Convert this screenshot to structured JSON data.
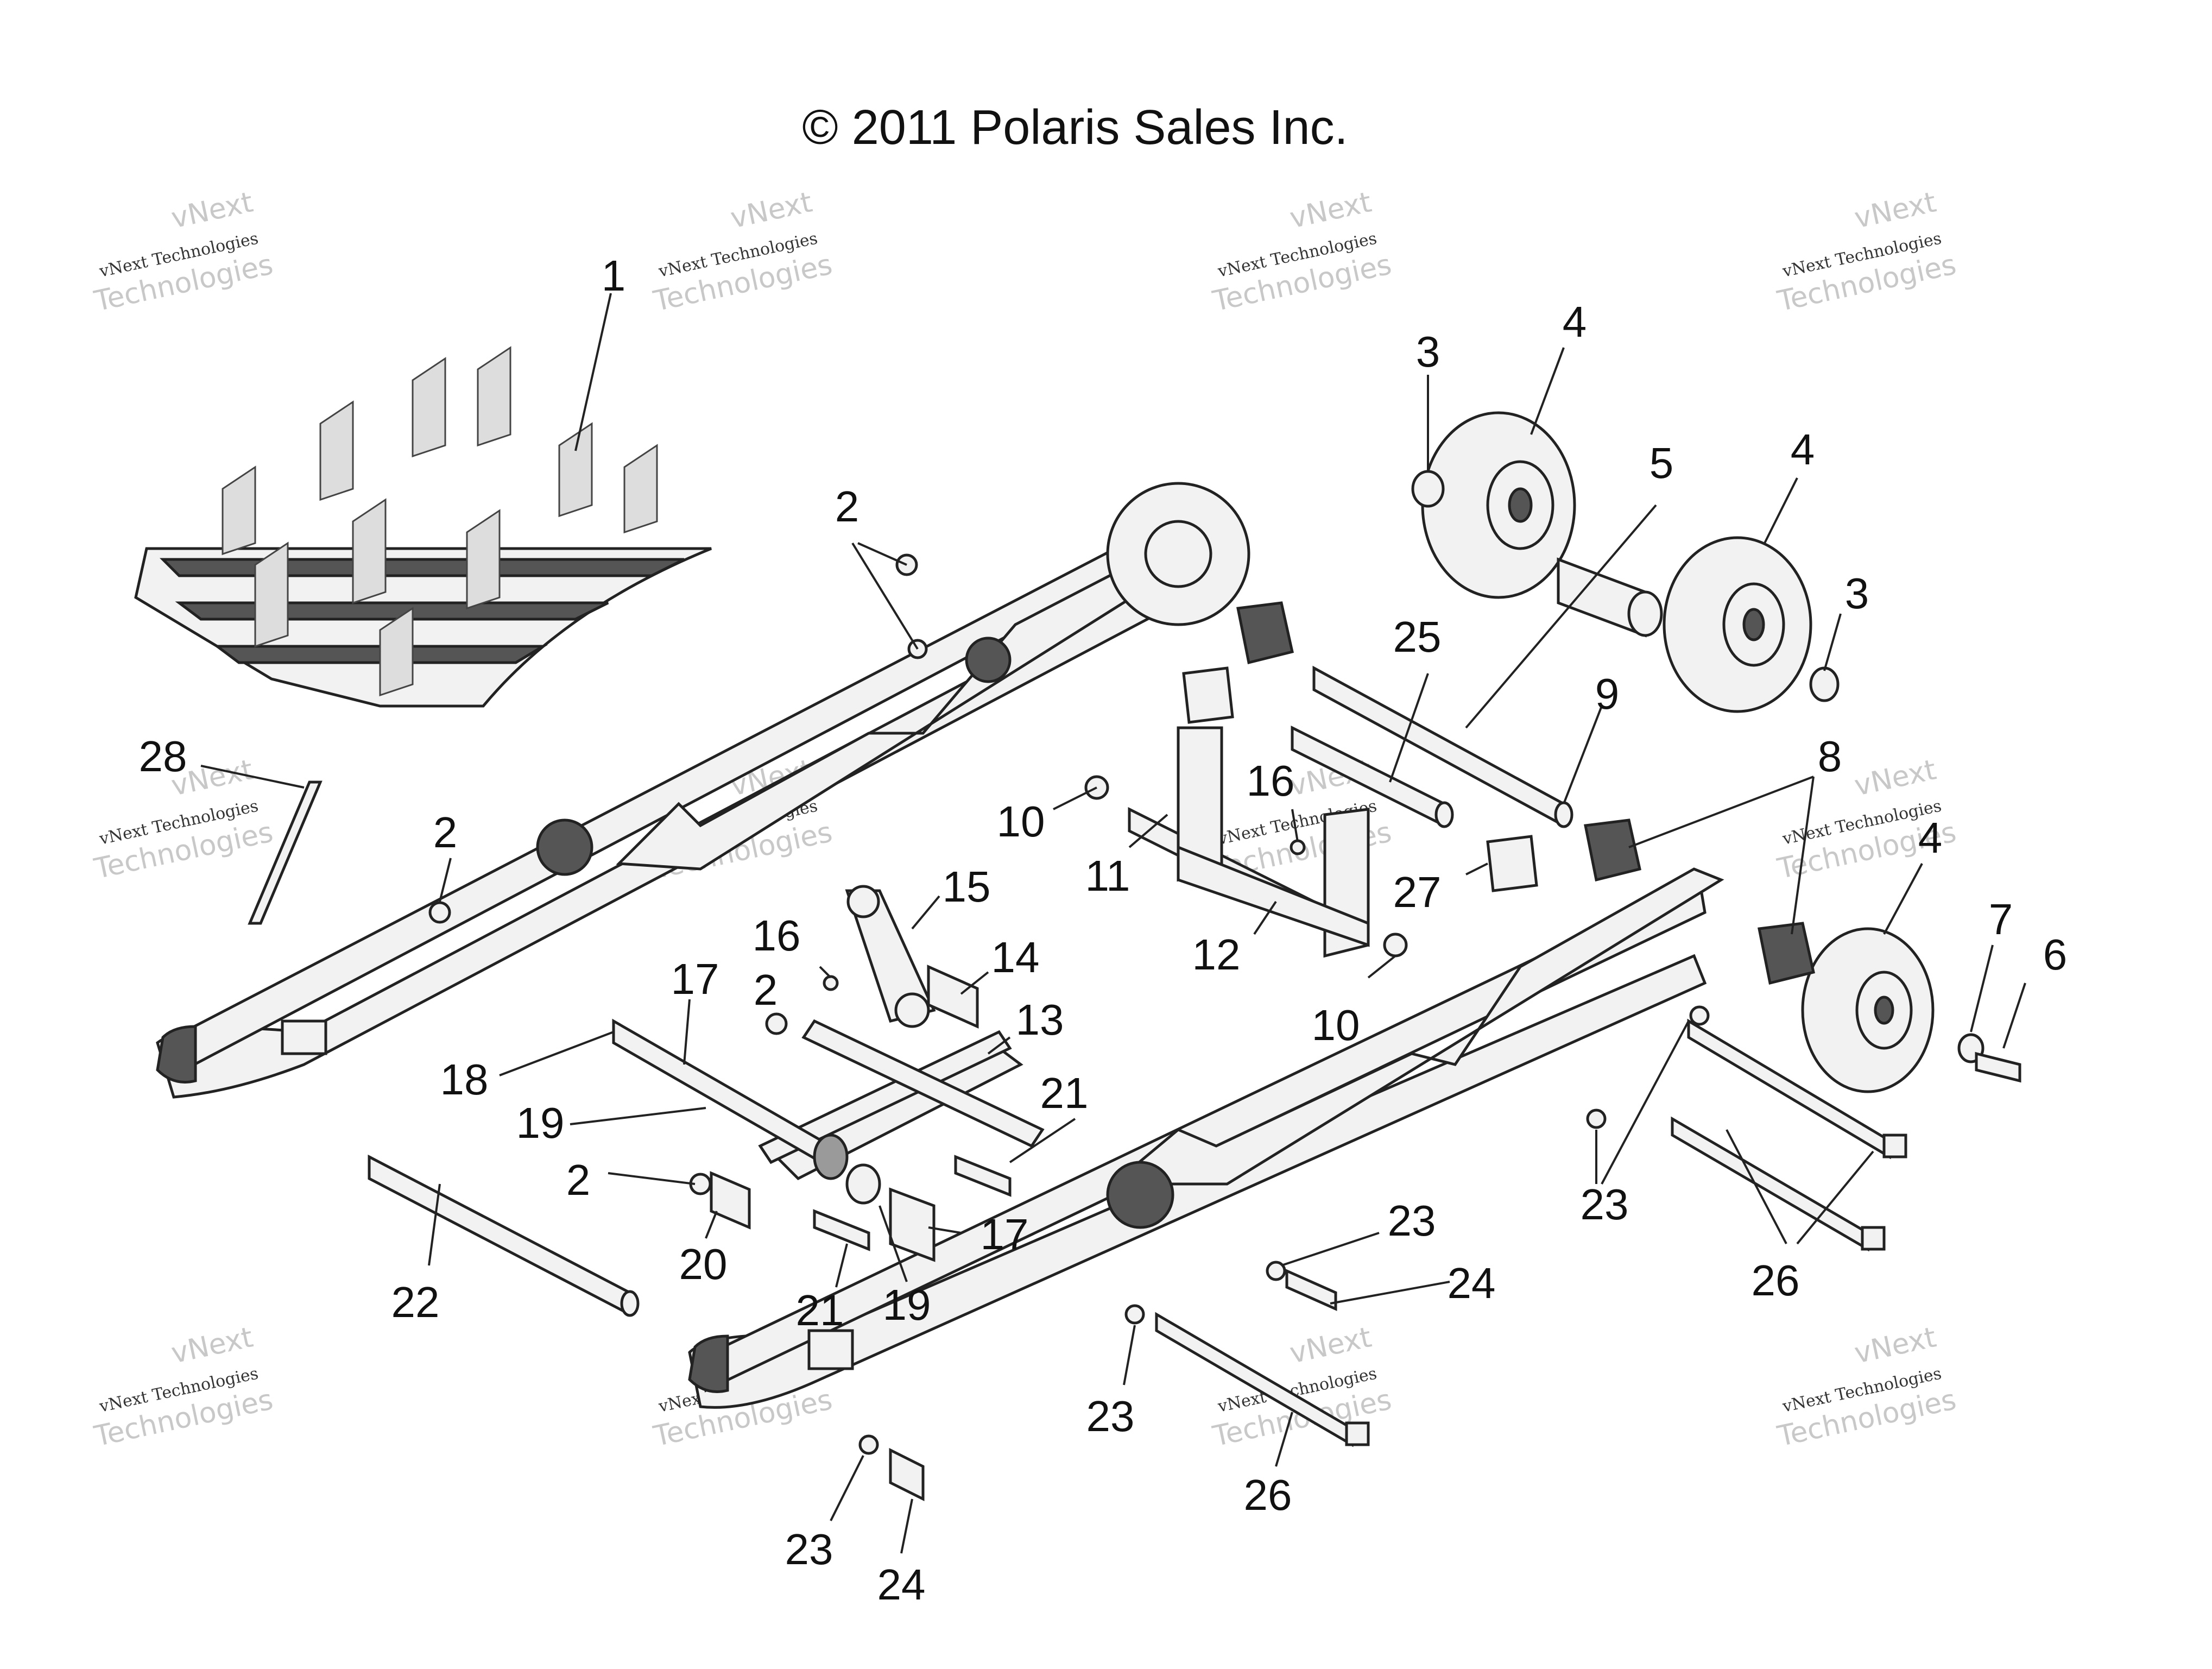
{
  "copyright": "© 2011 Polaris Sales Inc.",
  "watermark": {
    "line1": "vNext",
    "line2": "vNext Technologies",
    "line3": "Technologies"
  },
  "callouts": {
    "c1": "1",
    "c2a": "2",
    "c2b": "2",
    "c2c": "2",
    "c2d": "2",
    "c3a": "3",
    "c3b": "3",
    "c4a": "4",
    "c4b": "4",
    "c4c": "4",
    "c5": "5",
    "c6": "6",
    "c7": "7",
    "c8": "8",
    "c9": "9",
    "c10a": "10",
    "c10b": "10",
    "c11": "11",
    "c12": "12",
    "c13": "13",
    "c14": "14",
    "c15": "15",
    "c16a": "16",
    "c16b": "16",
    "c17a": "17",
    "c17b": "17",
    "c18": "18",
    "c19a": "19",
    "c19b": "19",
    "c20": "20",
    "c21a": "21",
    "c21b": "21",
    "c22": "22",
    "c23a": "23",
    "c23b": "23",
    "c23c": "23",
    "c23d": "23",
    "c24a": "24",
    "c24b": "24",
    "c25": "25",
    "c26a": "26",
    "c26b": "26",
    "c27": "27",
    "c28": "28"
  }
}
